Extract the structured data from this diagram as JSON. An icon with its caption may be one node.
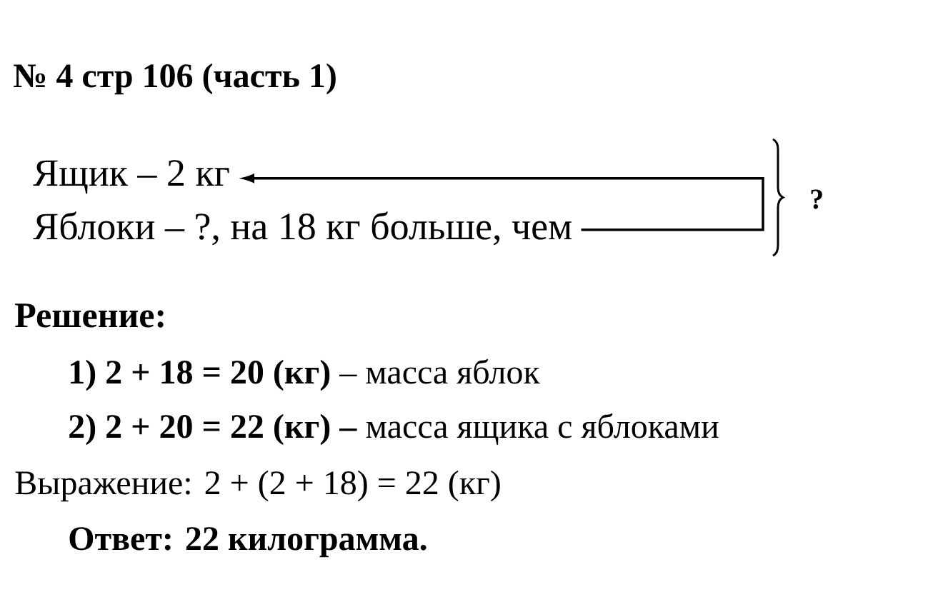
{
  "diagram": {
    "title": "№ 4 стр 106 (часть 1)",
    "nodes": [
      {
        "text": [
          "Ящик – 2 кг"
        ]
      },
      {
        "text": [
          "Яблоки – ?, на 18 кг больше, чем"
        ]
      }
    ],
    "edges": [
      {
        "from": 1,
        "to": 0,
        "arrow": "to"
      }
    ],
    "labels": [
      "?",
      "Решение:",
      "**1) 2 + 18 = 20 (кг)** – масса яблок",
      "**2) 2 + 20 = 22 (кг) –** масса ящика с яблоками",
      "Выражение: 2 + (2 + 18) = 22 (кг)",
      "Ответ: 22 килограмма."
    ]
  }
}
